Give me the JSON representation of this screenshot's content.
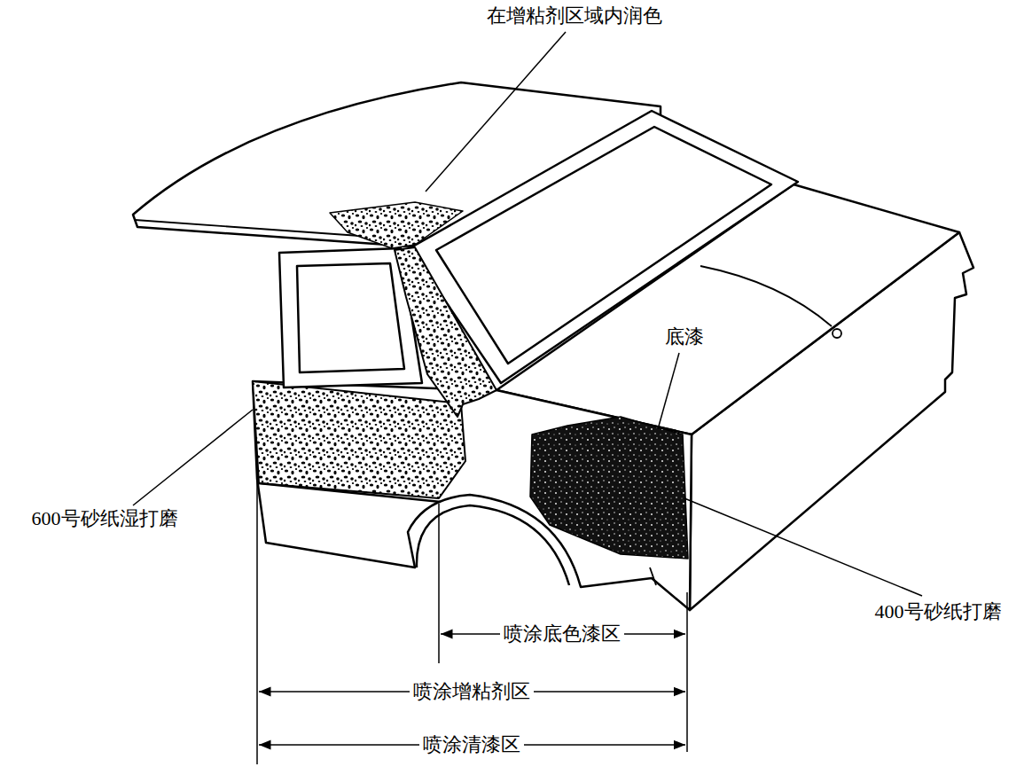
{
  "diagram": {
    "labels": [
      "在增粘剂区域内润色",
      "底漆",
      "600号砂纸湿打磨",
      "400号砂纸打磨",
      "喷涂底色漆区",
      "喷涂增粘剂区",
      "喷涂清漆区"
    ]
  }
}
